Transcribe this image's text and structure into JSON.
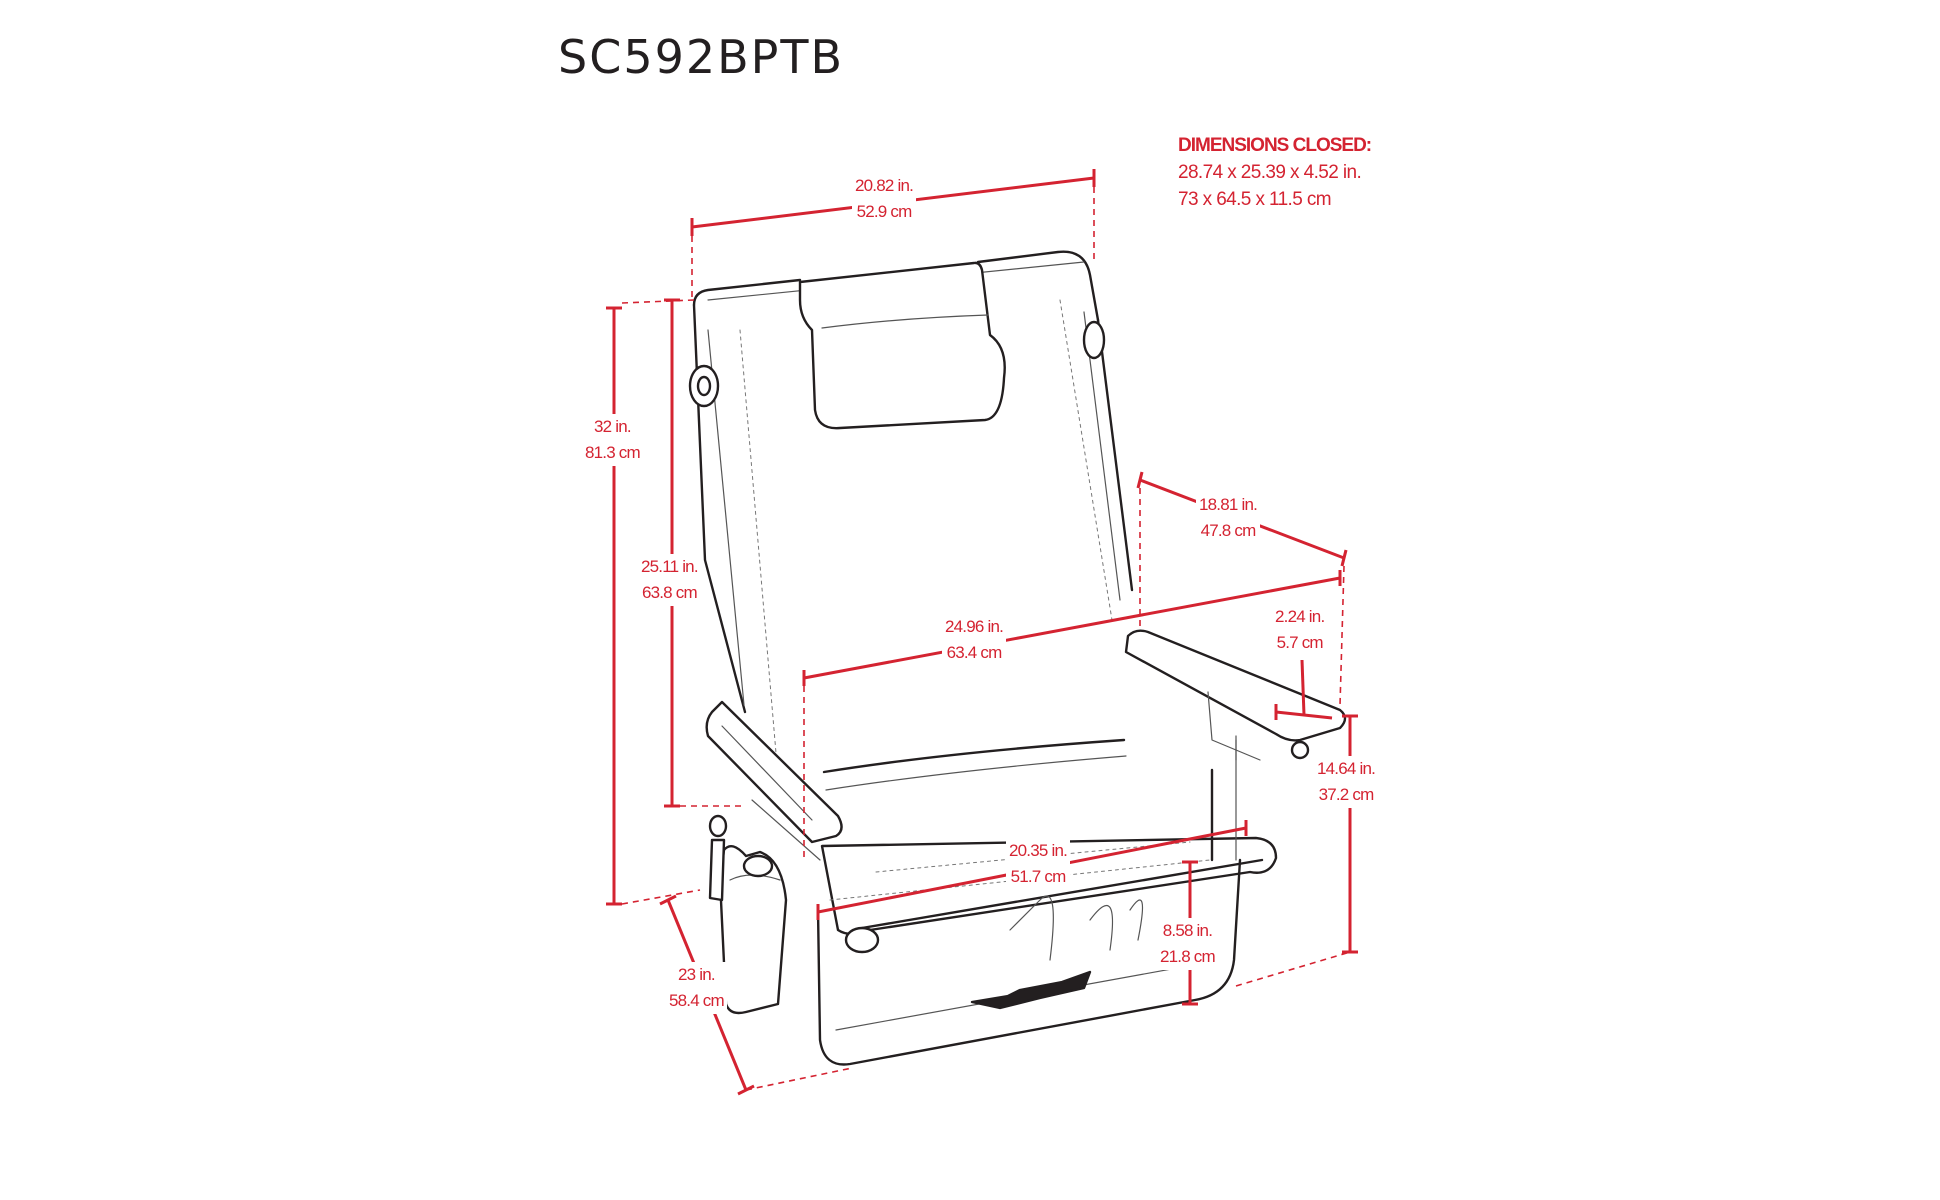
{
  "title": "SC592BPTB",
  "closed": {
    "heading": "DIMENSIONS CLOSED:",
    "imperial": "28.74 x 25.39 x 4.52 in.",
    "metric": "73 x 64.5 x 11.5 cm"
  },
  "dimensions": {
    "top_width": {
      "in": "20.82 in.",
      "cm": "52.9 cm"
    },
    "overall_height": {
      "in": "32 in.",
      "cm": "81.3 cm"
    },
    "back_height": {
      "in": "25.11 in.",
      "cm": "63.8 cm"
    },
    "armrest_length": {
      "in": "18.81 in.",
      "cm": "47.8 cm"
    },
    "overall_width": {
      "in": "24.96 in.",
      "cm": "63.4 cm"
    },
    "armrest_width": {
      "in": "2.24 in.",
      "cm": "5.7 cm"
    },
    "arm_height": {
      "in": "14.64 in.",
      "cm": "37.2 cm"
    },
    "seat_width": {
      "in": "20.35 in.",
      "cm": "51.7 cm"
    },
    "seat_height": {
      "in": "8.58 in.",
      "cm": "21.8 cm"
    },
    "depth": {
      "in": "23 in.",
      "cm": "58.4 cm"
    }
  },
  "colors": {
    "dimension": "#d42331",
    "linework": "#231f20",
    "background": "#ffffff"
  }
}
